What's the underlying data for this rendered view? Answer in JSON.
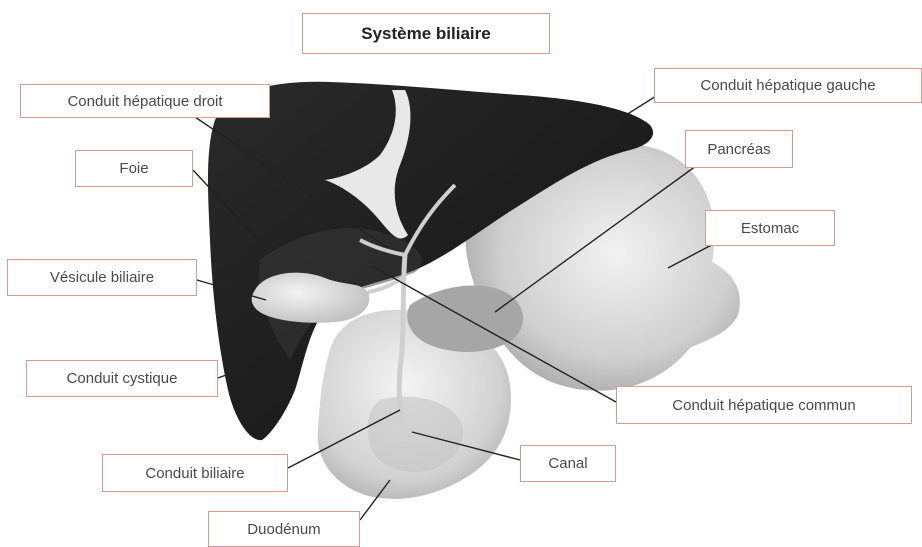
{
  "title": "Système biliaire",
  "labels": {
    "conduit_hepatique_droit": "Conduit hépatique droit",
    "conduit_hepatique_gauche": "Conduit hépatique gauche",
    "foie": "Foie",
    "pancreas": "Pancréas",
    "estomac": "Estomac",
    "vesicule_biliaire": "Vésicule biliaire",
    "conduit_cystique": "Conduit cystique",
    "conduit_hepatique_commun": "Conduit hépatique commun",
    "canal": "Canal",
    "conduit_biliaire": "Conduit biliaire",
    "duodenum": "Duodénum"
  },
  "colors": {
    "liver": "#1c1c1c",
    "organ_light": "#d9d9d9",
    "label_border": "#d79a91",
    "leader_line": "#222222"
  }
}
